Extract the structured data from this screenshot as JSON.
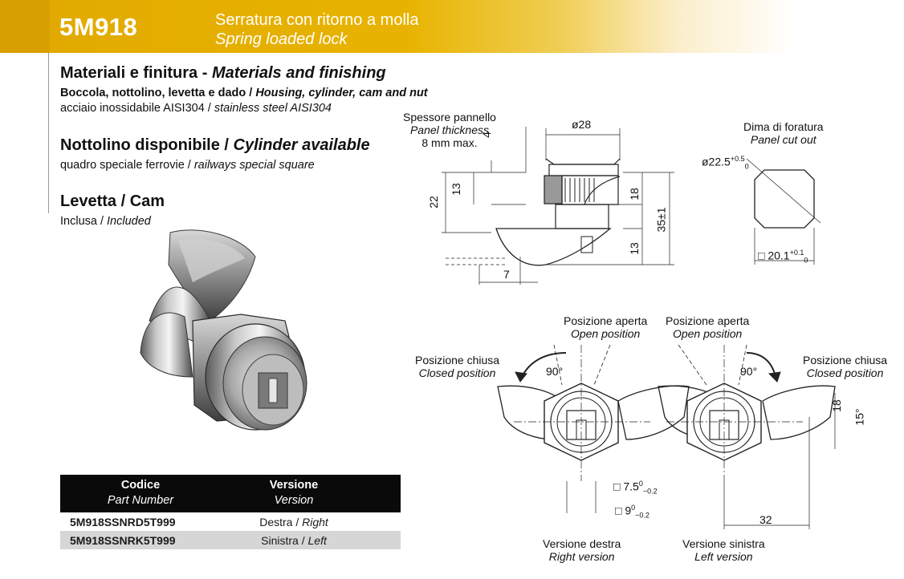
{
  "header": {
    "code": "5M918",
    "title_it": "Serratura con ritorno a molla",
    "title_en": "Spring loaded lock"
  },
  "materials": {
    "heading_it": "Materiali e finitura - ",
    "heading_en": "Materials and finishing",
    "parts_it": "Boccola, nottolino, levetta e dado / ",
    "parts_en": "Housing, cylinder, cam and nut",
    "material_it": "acciaio inossidabile AISI304 / ",
    "material_en": "stainless steel AISI304"
  },
  "cylinder": {
    "heading_it": "Nottolino disponibile / ",
    "heading_en": "Cylinder available",
    "desc_it": "quadro speciale ferrovie / ",
    "desc_en": "railways special square"
  },
  "cam": {
    "heading": "Levetta / Cam",
    "desc_it": "Inclusa / ",
    "desc_en": "Included"
  },
  "table": {
    "col1_it": "Codice",
    "col1_en": "Part Number",
    "col2_it": "Versione",
    "col2_en": "Version",
    "rows": [
      {
        "code": "5M918SSNRD5T999",
        "ver_it": "Destra / ",
        "ver_en": "Right"
      },
      {
        "code": "5M918SSNRK5T999",
        "ver_it": "Sinistra / ",
        "ver_en": "Left"
      }
    ]
  },
  "drawing": {
    "panel_it": "Spessore pannello",
    "panel_en": "Panel thickness",
    "panel_max": "8 mm max.",
    "d28": "ø28",
    "d4": "4",
    "d13a": "13",
    "d22": "22",
    "d18": "18",
    "d35": "35±1",
    "d13b": "13",
    "d7": "7",
    "cutout_it": "Dima di foratura",
    "cutout_en": "Panel cut out",
    "d22_5": "ø22.5",
    "d22_5_tol_up": "+0.5",
    "d22_5_tol_dn": "0",
    "d20_1": "□ 20.1",
    "d20_1_tol_up": "+0.1",
    "d20_1_tol_dn": "0",
    "open_it": "Posizione aperta",
    "open_en": "Open position",
    "closed_it": "Posizione chiusa",
    "closed_en": "Closed position",
    "angle90": "90°",
    "d18b": "18",
    "d15": "15°",
    "d7_5": "□ 7.5",
    "d7_5_tol_up": "0",
    "d7_5_tol_dn": "−0.2",
    "d9": "□ 9",
    "d9_tol_up": "0",
    "d9_tol_dn": "−0.2",
    "d32": "32",
    "right_it": "Versione destra",
    "right_en": "Right version",
    "left_it": "Versione sinistra",
    "left_en": "Left version"
  },
  "colors": {
    "header_gold": "#e1a900",
    "table_head": "#0a0a0a",
    "row_alt": "#d6d6d6"
  }
}
